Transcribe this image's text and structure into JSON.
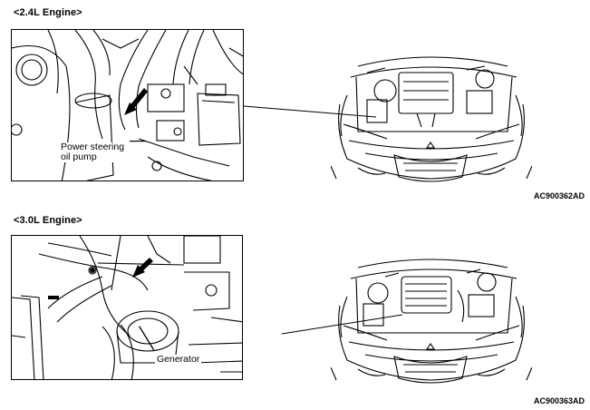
{
  "sections": [
    {
      "heading": "<2.4L Engine>",
      "label_line1": "Power steering",
      "label_line2": "oil pump",
      "figure_code": "AC900362AD"
    },
    {
      "heading": "<3.0L Engine>",
      "label_line1": "Generator",
      "figure_code": "AC900363AD"
    }
  ]
}
